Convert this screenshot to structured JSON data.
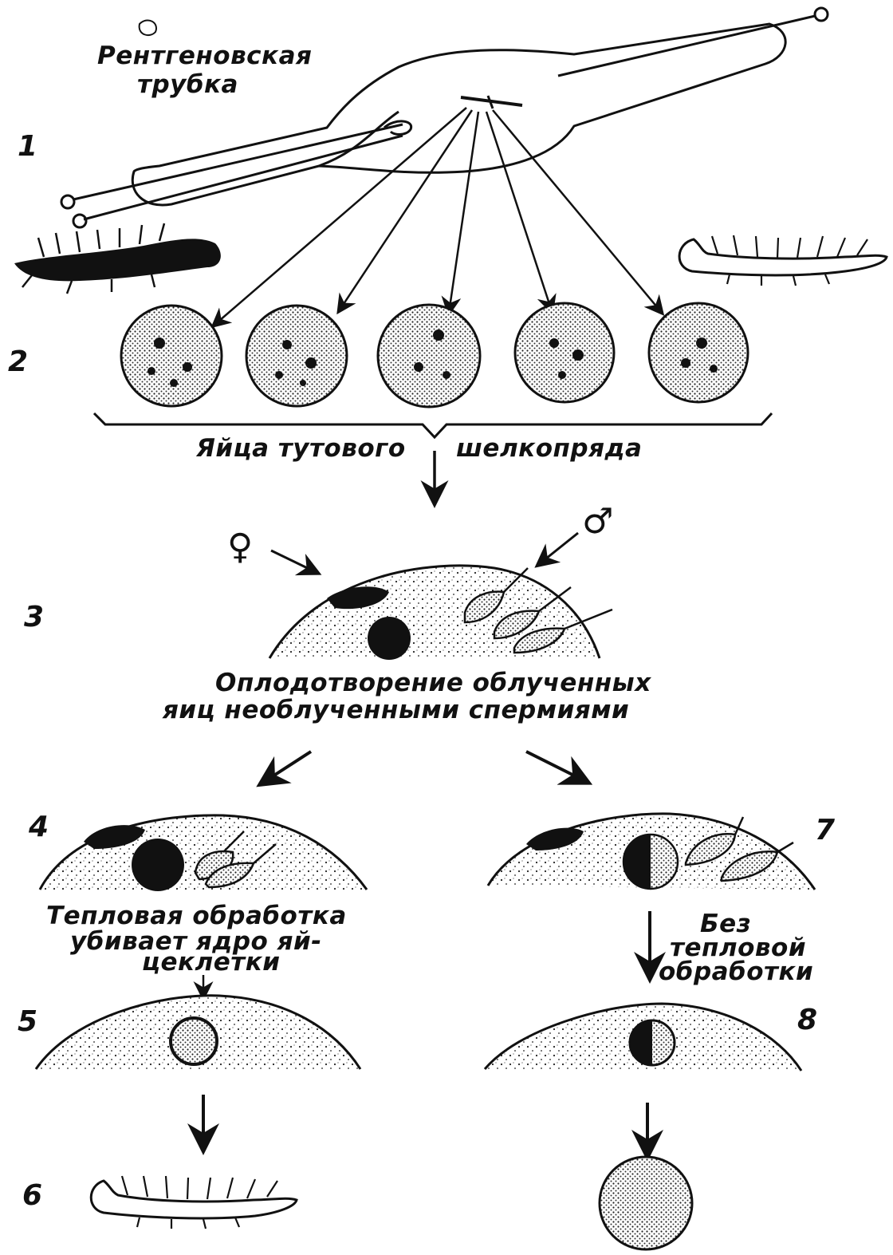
{
  "labels": {
    "tube": [
      "Рентгеновская",
      "трубка"
    ],
    "eggs": [
      "Яйца тутового",
      "шелкопряда"
    ],
    "fertilization": [
      "Оплодотворение   облученных",
      "яиц   необлученными   спермиями"
    ],
    "heat": [
      "Тепловая   обработка",
      "убивает ядро яй-",
      "цеклетки"
    ],
    "noheat": [
      "Без",
      "тепловой",
      "обработки"
    ]
  },
  "steps": [
    "1",
    "2",
    "3",
    "4",
    "5",
    "6",
    "7",
    "8"
  ],
  "symbols": {
    "female": "♀",
    "male": "♂"
  }
}
